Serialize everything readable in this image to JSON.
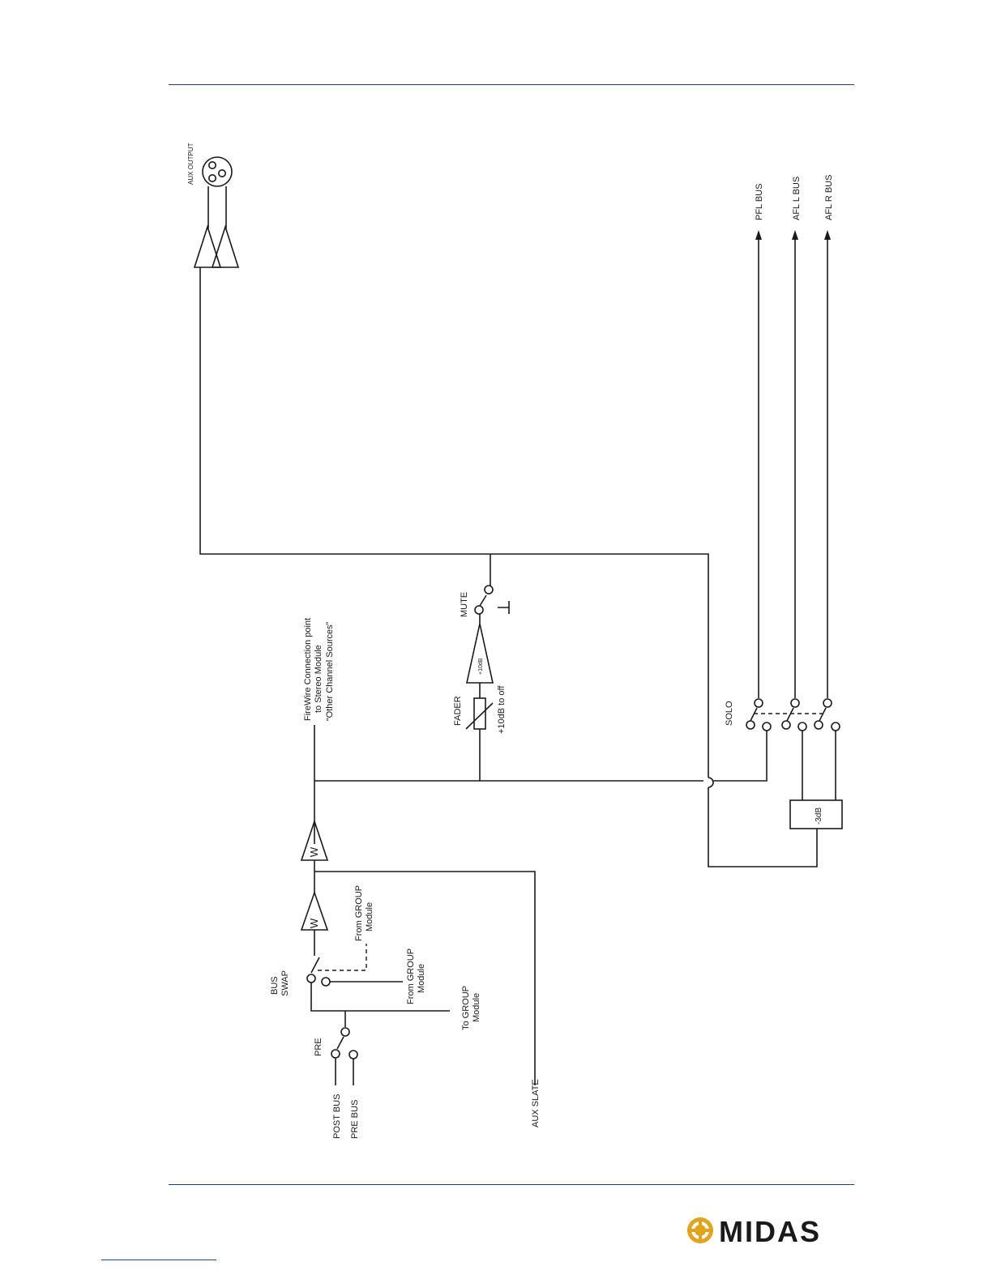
{
  "colors": {
    "rule": "#1f3f7a",
    "line": "#1a1a1a",
    "logo": "#e2a41d"
  },
  "labels": {
    "aux_output": "AUX OUTPUT",
    "pfl_bus": "PFL BUS",
    "afl_l_bus": "AFL L BUS",
    "afl_r_bus": "AFL R BUS",
    "firewire_line1": "FireWire Connection point",
    "firewire_line2": "to Stereo Module",
    "firewire_line3": "“Other Channel Sources”",
    "mute": "MUTE",
    "fader": "FADER",
    "fader_range": "+10dB to off",
    "amp_gain": "+10dB",
    "solo": "SOLO",
    "attenuator": "-3dB",
    "bus_swap_line1": "BUS",
    "bus_swap_line2": "SWAP",
    "from_group_1_line1": "From GROUP",
    "from_group_1_line2": "Module",
    "from_group_2_line1": "From GROUP",
    "from_group_2_line2": "Module",
    "to_group_line1": "To GROUP",
    "to_group_line2": "Module",
    "pre": "PRE",
    "post_bus": "POST BUS",
    "pre_bus": "PRE BUS",
    "aux_slate": "AUX SLATE",
    "amp_symbol": "W"
  },
  "logo": {
    "text": "MIDAS",
    "icon": "midas-logo-icon"
  }
}
